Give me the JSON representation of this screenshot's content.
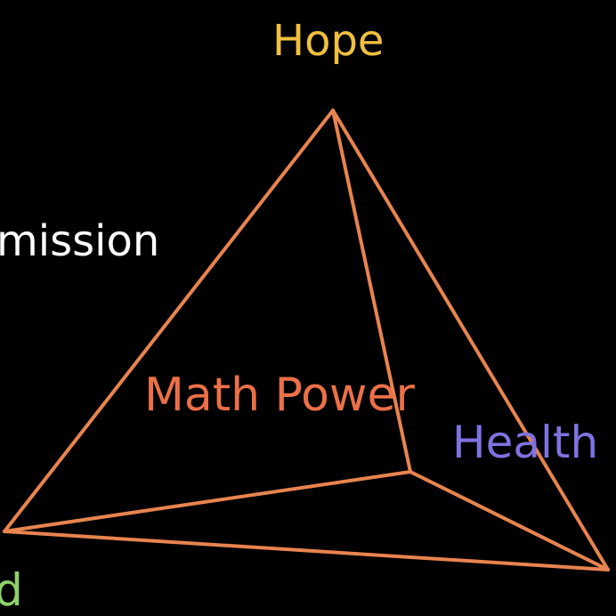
{
  "labels": {
    "hope": "Hope",
    "mission": "mission",
    "math_power": "Math Power",
    "health": "Health",
    "partial_left": "d"
  },
  "colors": {
    "hope": "#f0c040",
    "mission": "#ffffff",
    "math_power": "#ec7047",
    "health": "#7f72e0",
    "partial_left": "#8fd06a",
    "edges": "#e8844f"
  }
}
